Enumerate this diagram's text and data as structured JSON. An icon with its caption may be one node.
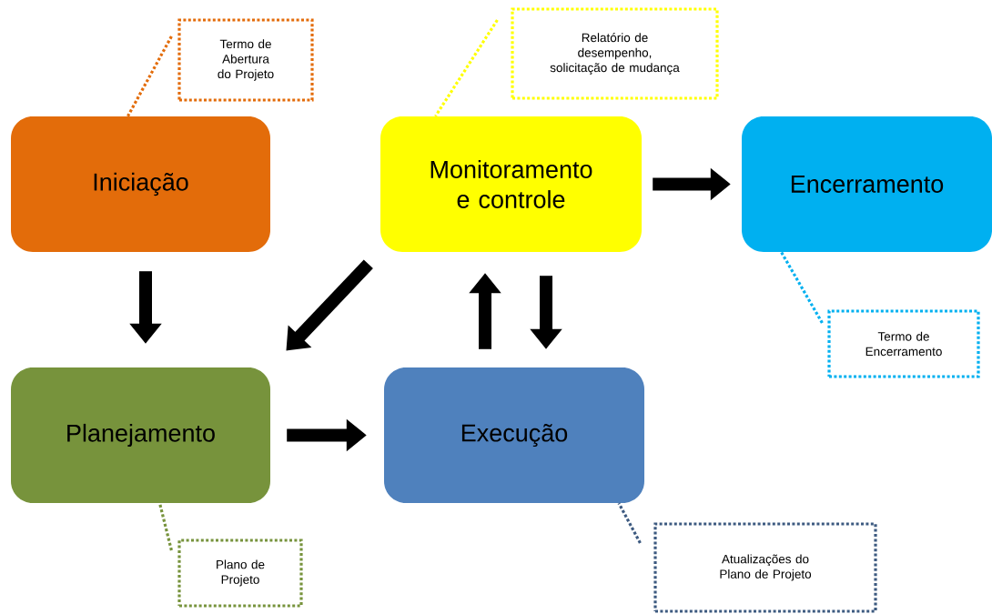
{
  "diagram": {
    "nodes": [
      {
        "text": [
          "Termo de Abertura do Projeto"
        ]
      },
      {
        "text": [
          "Relatório de desempenho, solicitação de mudança"
        ]
      },
      {
        "text": [
          "Iniciação"
        ]
      },
      {
        "text": [
          "Monitoramento e controle"
        ]
      },
      {
        "text": [
          "Encerramento"
        ]
      },
      {
        "text": [
          "Termo de Encerramento"
        ]
      },
      {
        "text": [
          "Planejamento"
        ]
      },
      {
        "text": [
          "Execução"
        ]
      },
      {
        "text": [
          "Plano de Projeto"
        ]
      },
      {
        "text": [
          "Atualizações do Plano de Projeto"
        ]
      }
    ],
    "edges": [
      {
        "from": 0,
        "to": 2,
        "arrow": "none",
        "style": "dashed",
        "color": "#e36c0a"
      },
      {
        "from": 1,
        "to": 3,
        "arrow": "none",
        "style": "dashed",
        "color": "#ffff00"
      },
      {
        "from": 5,
        "to": 4,
        "arrow": "none",
        "style": "dashed",
        "color": "#00b0f0"
      },
      {
        "from": 8,
        "to": 6,
        "arrow": "none",
        "style": "dashed",
        "color": "#77933c"
      },
      {
        "from": 9,
        "to": 7,
        "arrow": "none",
        "style": "dashed",
        "color": "#3d5a80"
      },
      {
        "from": 2,
        "to": 6,
        "arrow": "to"
      },
      {
        "from": 3,
        "to": 6,
        "arrow": "to"
      },
      {
        "from": 7,
        "to": 3,
        "arrow": "to"
      },
      {
        "from": 3,
        "to": 7,
        "arrow": "to"
      },
      {
        "from": 6,
        "to": 7,
        "arrow": "to"
      },
      {
        "from": 3,
        "to": 4,
        "arrow": "to"
      }
    ]
  }
}
